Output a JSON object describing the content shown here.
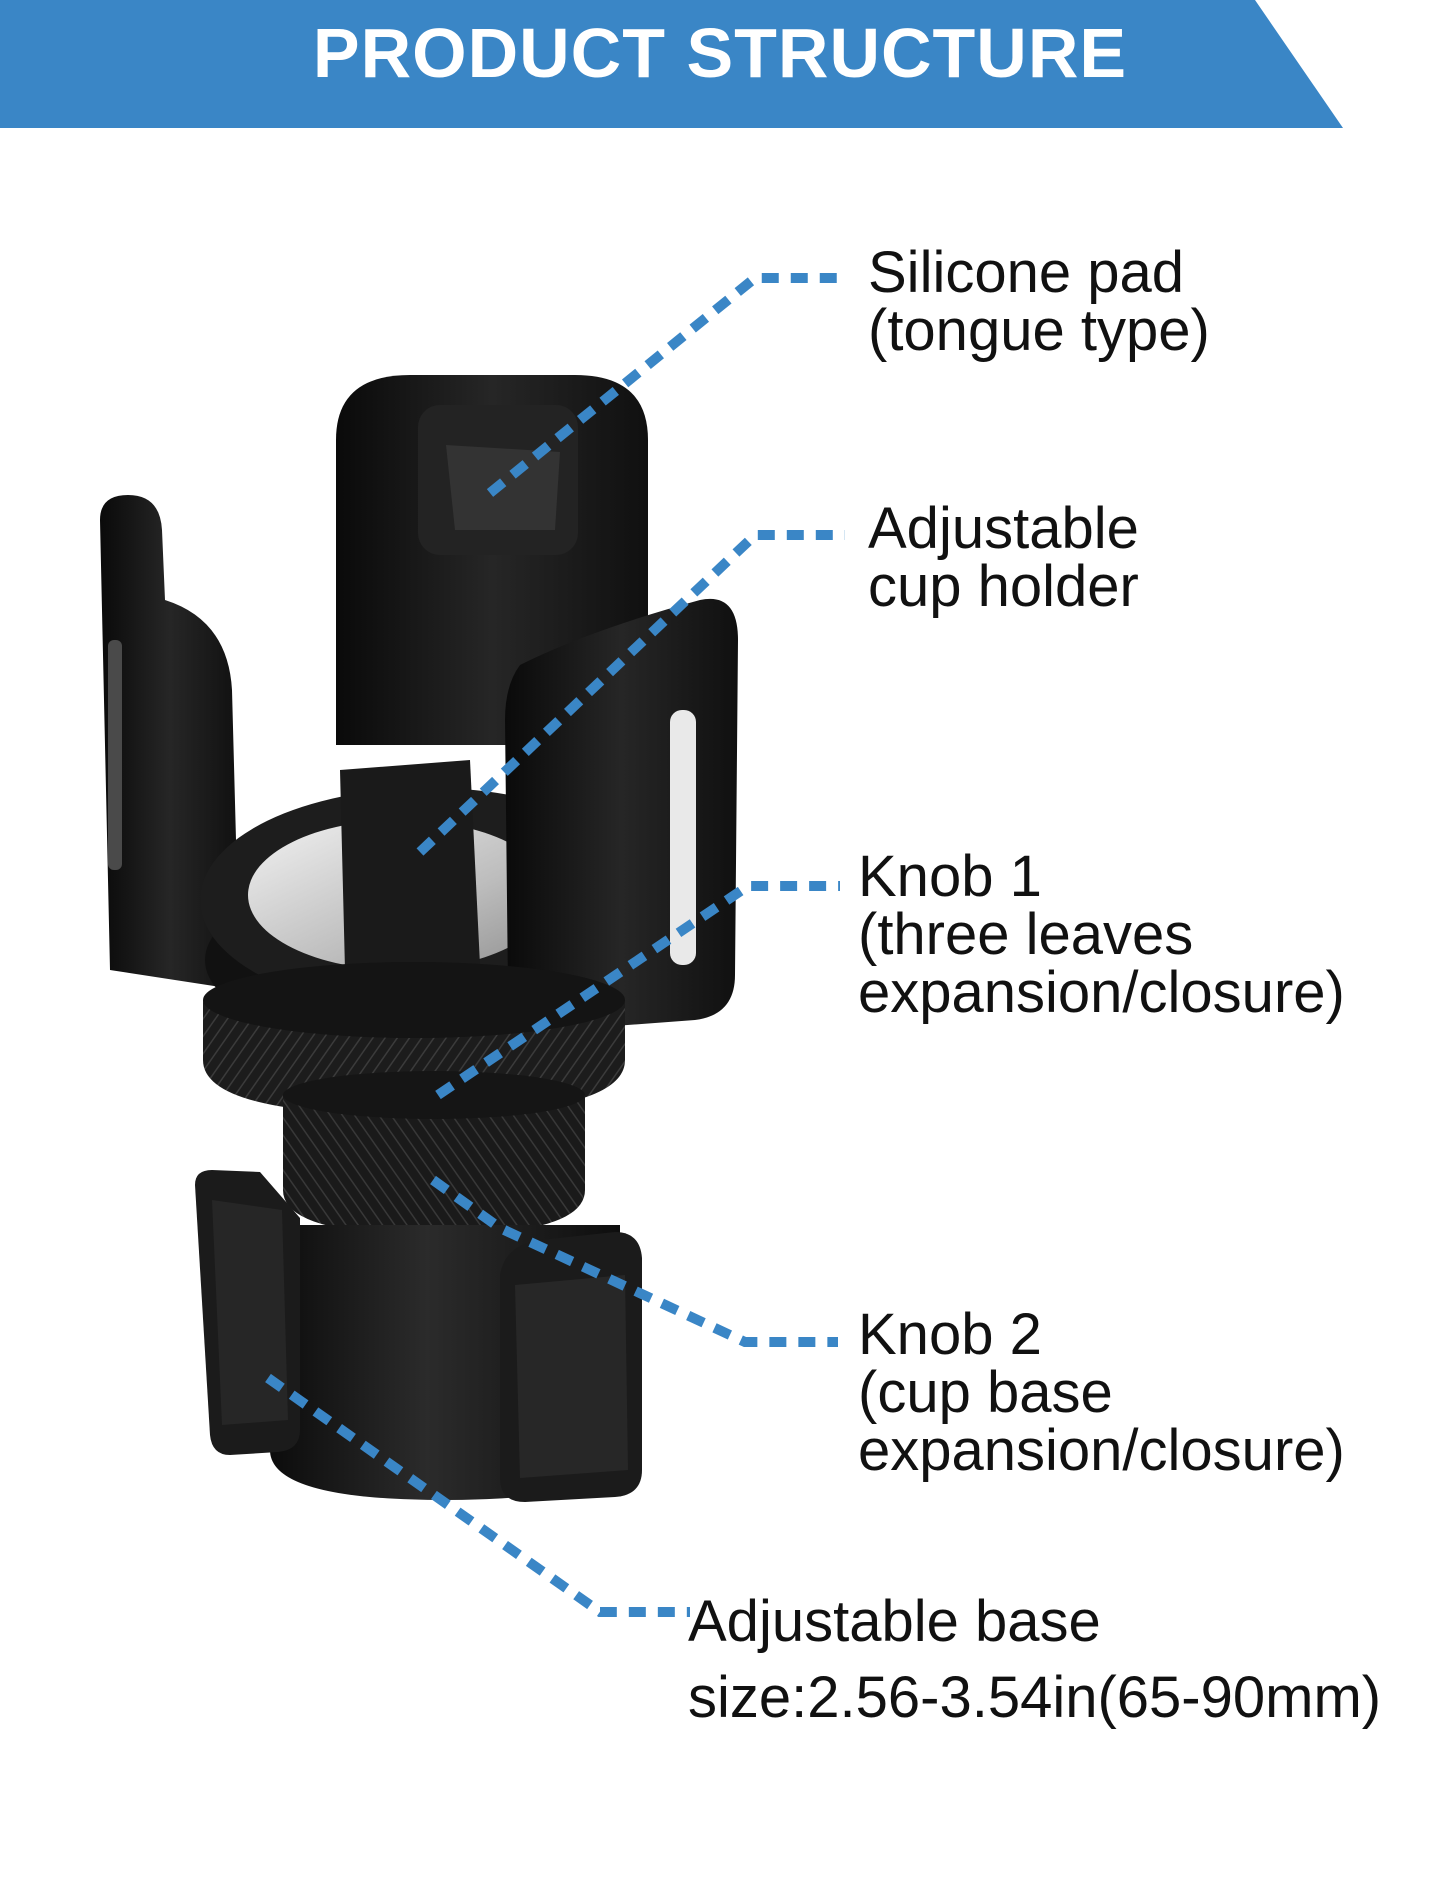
{
  "banner": {
    "title": "PRODUCT STRUCTURE",
    "color": "#3a86c6"
  },
  "leader_color": "#3a86c6",
  "product_color": "#161616",
  "labels": [
    {
      "id": "silicone-pad",
      "lines": [
        "Silicone pad",
        "(tongue type)"
      ]
    },
    {
      "id": "cup-holder",
      "lines": [
        "Adjustable",
        "cup holder"
      ]
    },
    {
      "id": "knob-1",
      "lines": [
        "Knob 1",
        "(three leaves",
        "expansion/closure)"
      ]
    },
    {
      "id": "knob-2",
      "lines": [
        "Knob 2",
        "(cup base",
        "expansion/closure)"
      ]
    },
    {
      "id": "adjustable-base",
      "lines": [
        "Adjustable base",
        "size:2.56-3.54in(65-90mm)"
      ]
    }
  ]
}
